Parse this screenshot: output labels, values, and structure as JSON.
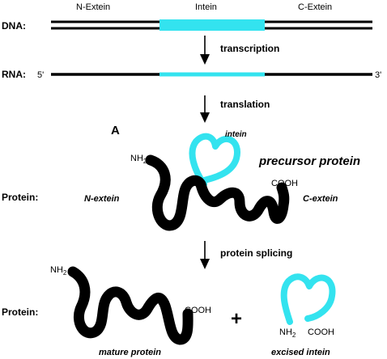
{
  "labels": {
    "n_extein_top": "N-Extein",
    "intein_top": "Intein",
    "c_extein_top": "C-Extein",
    "dna": "DNA:",
    "transcription": "transcription",
    "rna": "RNA:",
    "five_prime": "5'",
    "three_prime": "3'",
    "translation": "translation",
    "panel_a": "A",
    "intein_loop": "intein",
    "precursor": "precursor protein",
    "nh2_precursor": "NH",
    "nh2_precursor_sub": "2",
    "cooh_precursor": "COOH",
    "protein_1": "Protein:",
    "n_extein": "N-extein",
    "c_extein": "C-extein",
    "protein_splicing": "protein splicing",
    "nh2_mature": "NH",
    "nh2_mature_sub": "2",
    "cooh_mature": "COOH",
    "protein_2": "Protein:",
    "plus": "+",
    "nh2_excised": "NH",
    "nh2_excised_sub": "2",
    "cooh_excised": "COOH",
    "mature": "mature protein",
    "excised": "excised intein"
  },
  "colors": {
    "extein": "#000000",
    "intein": "#33e3ef"
  }
}
